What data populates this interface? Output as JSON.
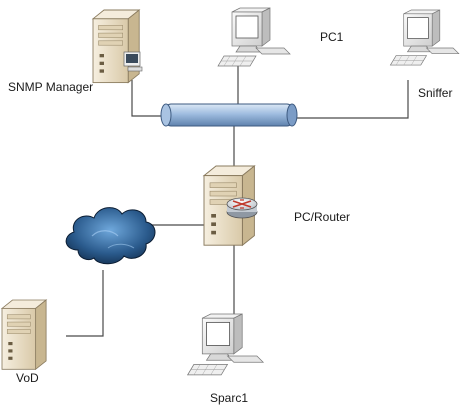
{
  "nodes": {
    "snmp_manager": {
      "label": "SNMP Manager",
      "icon": "server-icon"
    },
    "pc1": {
      "label": "PC1",
      "icon": "workstation-icon"
    },
    "sniffer": {
      "label": "Sniffer",
      "icon": "workstation-icon"
    },
    "pc_router": {
      "label": "PC/Router",
      "icon": "router-server-icon"
    },
    "vod": {
      "label": "VoD",
      "icon": "server-icon"
    },
    "sparc1": {
      "label": "Sparc1",
      "icon": "workstation-icon"
    },
    "cloud": {
      "icon": "network-cloud-icon"
    },
    "bus": {
      "icon": "ethernet-bus-icon"
    }
  },
  "colors": {
    "line": "#4a4a4a",
    "bus": "#8fb0d6",
    "cloud": "#1e3a5f",
    "tower": "#e8dcc4",
    "monitor": "#ececec",
    "router": "#c0392b"
  }
}
